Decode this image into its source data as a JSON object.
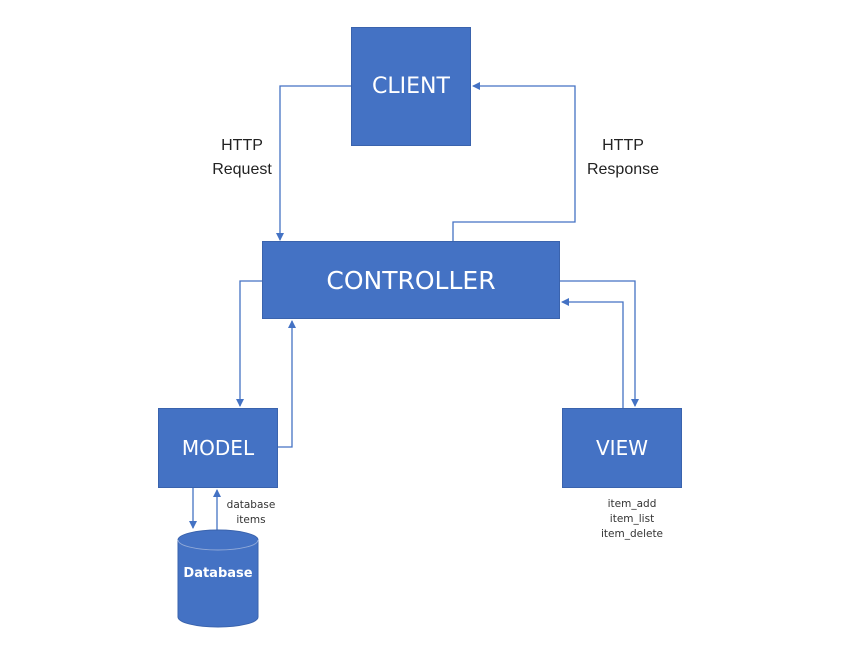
{
  "nodes": {
    "client": "CLIENT",
    "controller": "CONTROLLER",
    "model": "MODEL",
    "view": "VIEW",
    "database": "Database"
  },
  "edges": {
    "http_request": [
      "HTTP",
      "Request"
    ],
    "http_response": [
      "HTTP",
      "Response"
    ],
    "database_items": [
      "database",
      "items"
    ],
    "view_operations": [
      "item_add",
      "item_list",
      "item_delete"
    ]
  },
  "colors": {
    "box_fill": "#4472c4",
    "box_border": "#3a63ad",
    "connector": "#4472c4"
  }
}
